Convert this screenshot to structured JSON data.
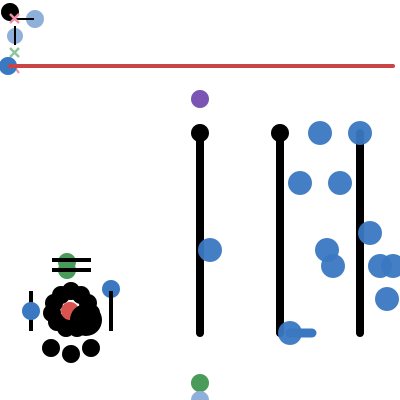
{
  "scene": {
    "colors": {
      "background": "#ffffff",
      "black": "#000000",
      "red_line": "#c94545",
      "purple": "#7a55b3",
      "blue": "#3a78c2",
      "light_blue": "#8fb0da",
      "green": "#4a9a5a",
      "light_green": "#8ec69b",
      "pink": "#f18fa8",
      "red_dot": "#d9534f"
    },
    "marks": {
      "horizontal_line": "red-line",
      "vertical_bars": 3,
      "marker_shape": "circle",
      "cross_marker": "x"
    }
  }
}
